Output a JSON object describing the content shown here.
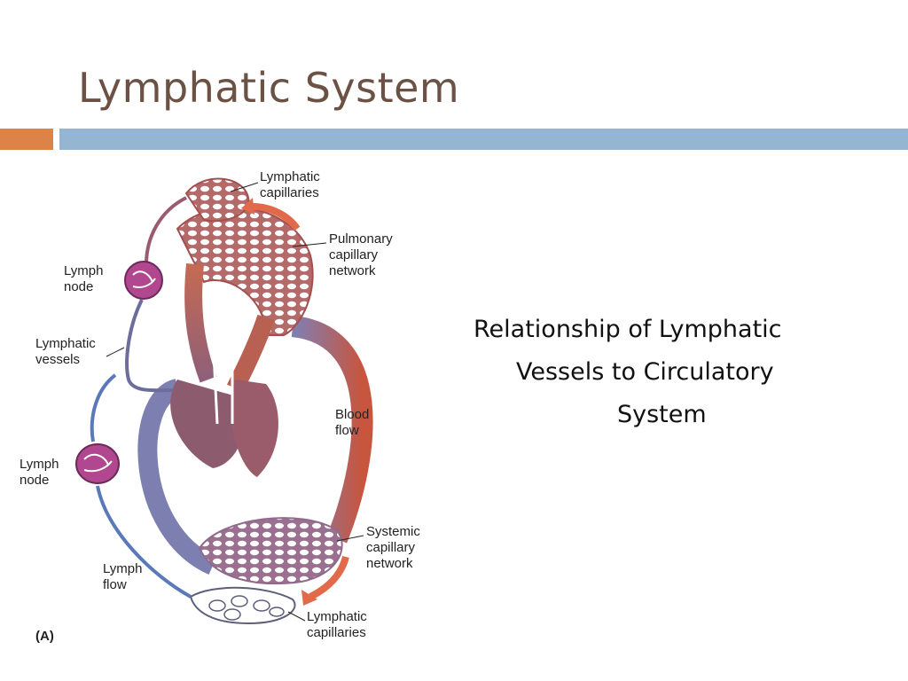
{
  "slide": {
    "title": "Lymphatic System",
    "caption": {
      "line1": "Relationship of Lymphatic",
      "line2": "Vessels to Circulatory",
      "line3": "System"
    }
  },
  "colors": {
    "title": "#6b5244",
    "accent_orange": "#dd8347",
    "accent_blue": "#94b6d2",
    "blood_red": "#c8553e",
    "blood_blue": "#7c7fb0",
    "lymph_node": "#b0478f",
    "lymph_vessel": "#5a79b8"
  },
  "diagram": {
    "labels": {
      "lymphatic_capillaries_top": [
        "Lymphatic",
        "capillaries"
      ],
      "pulmonary_network": [
        "Pulmonary",
        "capillary",
        "network"
      ],
      "lymph_node_top": [
        "Lymph",
        "node"
      ],
      "lymphatic_vessels": [
        "Lymphatic",
        "vessels"
      ],
      "blood_flow": [
        "Blood",
        "flow"
      ],
      "lymph_node_bottom": [
        "Lymph",
        "node"
      ],
      "systemic_network": [
        "Systemic",
        "capillary",
        "network"
      ],
      "lymph_flow": [
        "Lymph",
        "flow"
      ],
      "lymphatic_capillaries_bottom": [
        "Lymphatic",
        "capillaries"
      ],
      "panel_letter": "(A)"
    }
  }
}
